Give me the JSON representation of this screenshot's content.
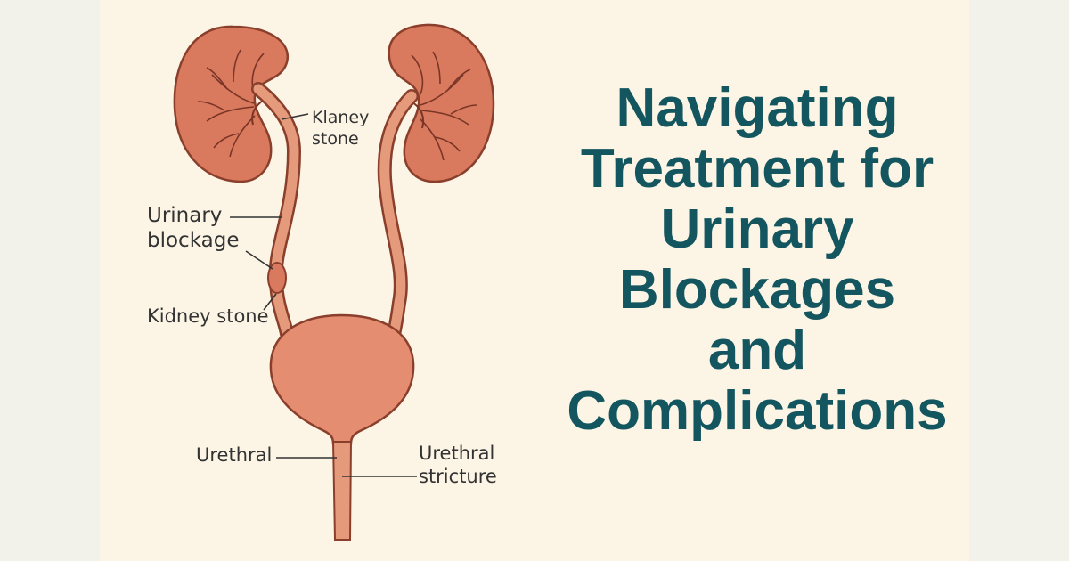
{
  "title_lines": [
    "Navigating",
    "Treatment for",
    "Urinary",
    "Blockages",
    "and",
    "Complications"
  ],
  "labels": {
    "klaney_stone": "Klaney\nstone",
    "urinary_blockage": "Urinary\nblockage",
    "kidney_stone": "Kidney stone",
    "urethral": "Urethral",
    "urethral_stricture": "Urethral\nstricture"
  },
  "colors": {
    "organ_fill": "#d97a5e",
    "organ_light": "#e69a7c",
    "outline": "#8a3f2c",
    "title": "#14565f",
    "background": "#fcf5e5"
  }
}
